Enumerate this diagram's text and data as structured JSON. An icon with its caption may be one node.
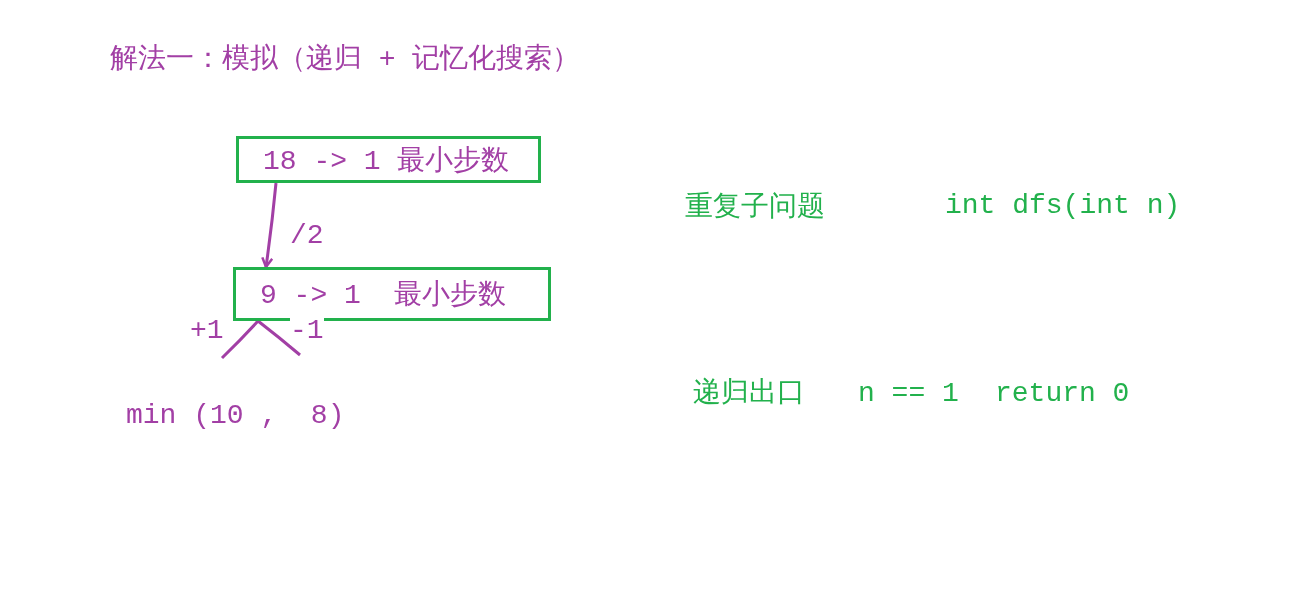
{
  "diagram": {
    "title": "解法一：模拟（递归 + 记忆化搜索）",
    "nodes": [
      {
        "text": [
          "18 -> 1 最小步数"
        ]
      },
      {
        "text": [
          "9 -> 1  最小步数"
        ]
      }
    ],
    "edges": [
      {
        "from": 0,
        "to": 1,
        "arrow": "to",
        "label": "/2"
      },
      {
        "from": 1,
        "to": null,
        "arrow": "none",
        "label": "+1"
      },
      {
        "from": 1,
        "to": null,
        "arrow": "none",
        "label": "-1"
      }
    ],
    "labels": [
      "min (10 ,  8)",
      "重复子问题",
      "int dfs(int n)",
      "递归出口",
      "n == 1",
      "return 0"
    ]
  }
}
